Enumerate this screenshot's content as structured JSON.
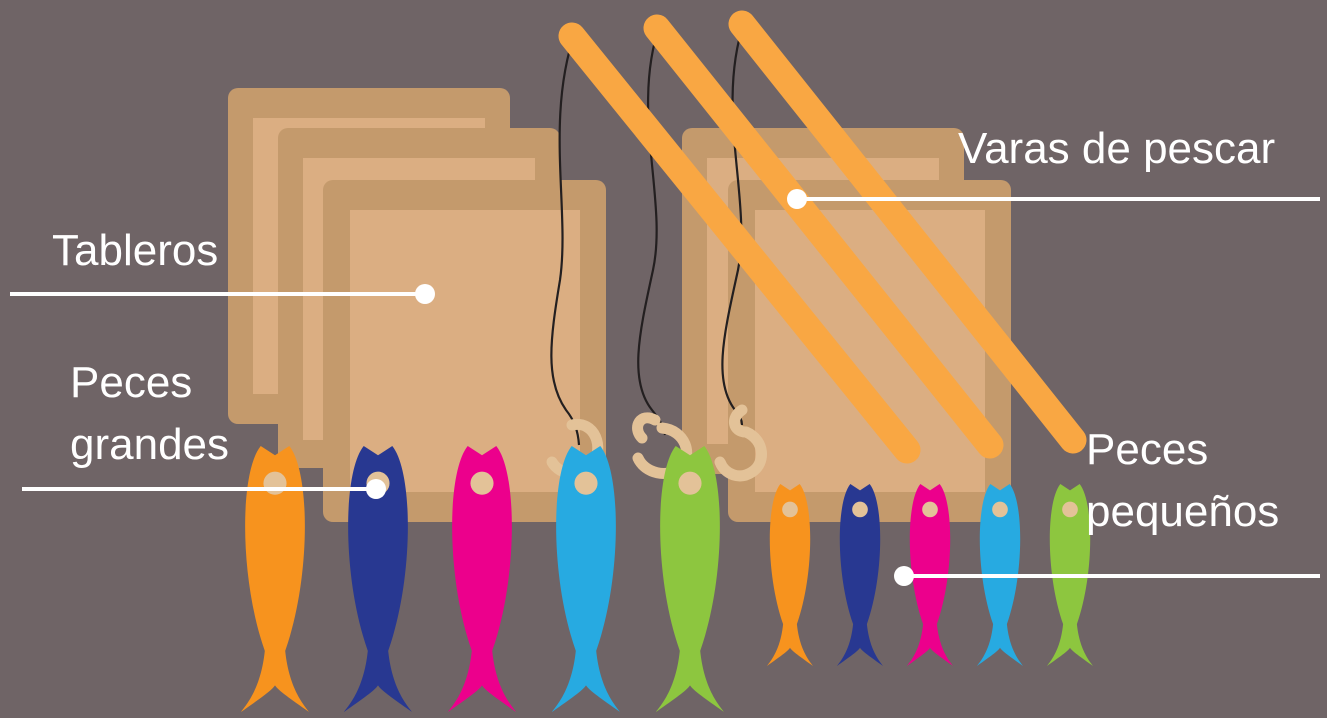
{
  "labels": {
    "boards": "Tableros",
    "big_fish_line1": "Peces",
    "big_fish_line2": "grandes",
    "rods": "Varas de pescar",
    "small_fish_line1": "Peces",
    "small_fish_line2": "pequeños"
  },
  "colors": {
    "background": "#6f6466",
    "board_outer": "#c49a6c",
    "board_inner": "#dbae82",
    "rod": "#f9a743",
    "line": "#231f20",
    "hook": "#e3c298",
    "callout": "#ffffff"
  },
  "fish": {
    "big": [
      "#f7931e",
      "#283891",
      "#ec008c",
      "#27aae1",
      "#8dc63f"
    ],
    "small": [
      "#f7931e",
      "#283891",
      "#ec008c",
      "#27aae1",
      "#8dc63f"
    ]
  }
}
